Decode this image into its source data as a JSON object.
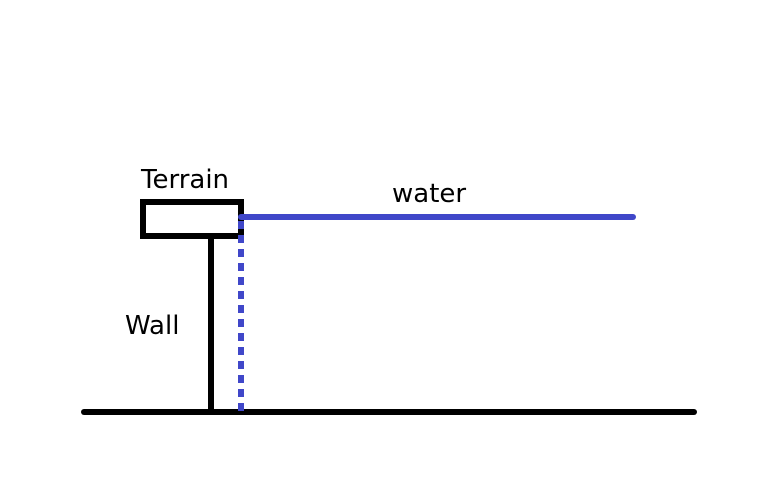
{
  "labels": {
    "terrain": "Terrain",
    "water": "water",
    "wall": "Wall"
  },
  "colors": {
    "background": "#ffffff",
    "ink": "#000000",
    "water": "#4047c9"
  }
}
